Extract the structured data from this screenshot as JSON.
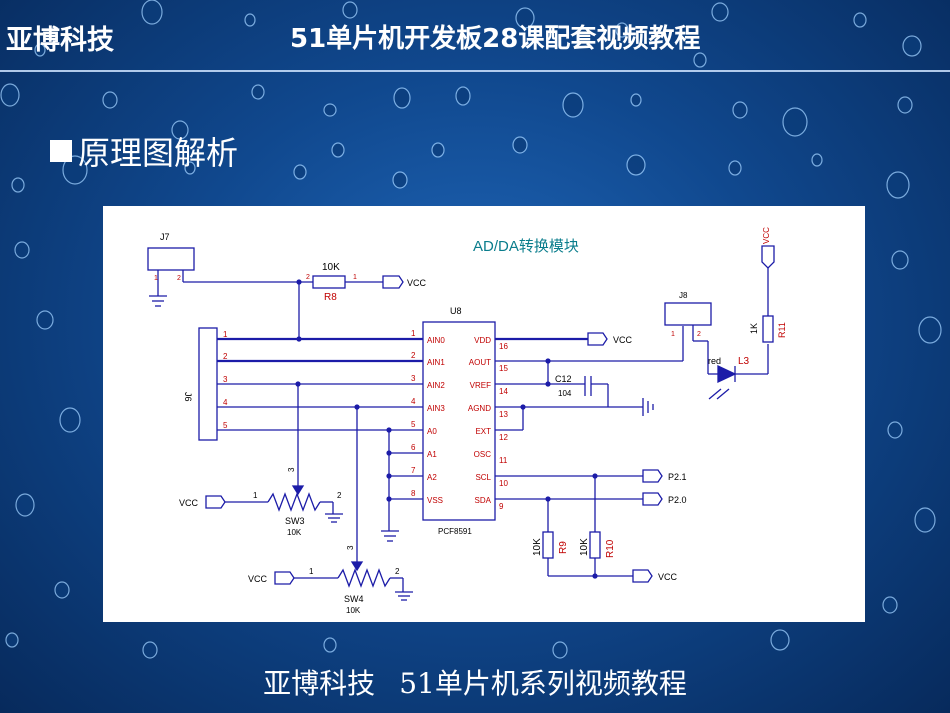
{
  "header": {
    "company": "亚博科技",
    "title": "51单片机开发板28课配套视频教程"
  },
  "bullet": {
    "text": "原理图解析"
  },
  "footer": {
    "company": "亚博科技",
    "text": "51单片机系列视频教程"
  },
  "schematic": {
    "title": "AD/DA转换模块",
    "ic": {
      "ref": "U8",
      "part": "PCF8591",
      "left_pins": [
        {
          "num": "1",
          "name": "AIN0"
        },
        {
          "num": "2",
          "name": "AIN1"
        },
        {
          "num": "3",
          "name": "AIN2"
        },
        {
          "num": "4",
          "name": "AIN3"
        },
        {
          "num": "5",
          "name": "A0"
        },
        {
          "num": "6",
          "name": "A1"
        },
        {
          "num": "7",
          "name": "A2"
        },
        {
          "num": "8",
          "name": "VSS"
        }
      ],
      "right_pins": [
        {
          "num": "16",
          "name": "VDD"
        },
        {
          "num": "15",
          "name": "AOUT"
        },
        {
          "num": "14",
          "name": "VREF"
        },
        {
          "num": "13",
          "name": "AGND"
        },
        {
          "num": "12",
          "name": "EXT"
        },
        {
          "num": "11",
          "name": "OSC"
        },
        {
          "num": "10",
          "name": "SCL"
        },
        {
          "num": "9",
          "name": "SDA"
        }
      ]
    },
    "j6": {
      "ref": "J6",
      "pins": [
        "1",
        "2",
        "3",
        "4",
        "5"
      ]
    },
    "j7": {
      "ref": "J7",
      "pin1": "1",
      "pin2": "2"
    },
    "j8": {
      "ref": "J8",
      "pin1": "1",
      "pin2": "2"
    },
    "r8": {
      "ref": "R8",
      "value": "10K",
      "pin1": "1",
      "pin2": "2"
    },
    "r9": {
      "ref": "R9",
      "value": "10K"
    },
    "r10": {
      "ref": "R10",
      "value": "10K"
    },
    "r11": {
      "ref": "R11",
      "value": "1K"
    },
    "c12": {
      "ref": "C12",
      "value": "104"
    },
    "led": {
      "ref": "L3",
      "color": "red"
    },
    "sw3": {
      "ref": "SW3",
      "value": "10K",
      "pin1": "1",
      "pin2": "2",
      "pin3": "3"
    },
    "sw4": {
      "ref": "SW4",
      "value": "10K",
      "pin1": "1",
      "pin2": "2",
      "pin3": "3"
    },
    "vcc": "VCC",
    "p21": "P2.1",
    "p20": "P2.0"
  },
  "colors": {
    "wire": "#1c1ca8",
    "label_red": "#c00000",
    "title_teal": "#0a7d8c"
  }
}
